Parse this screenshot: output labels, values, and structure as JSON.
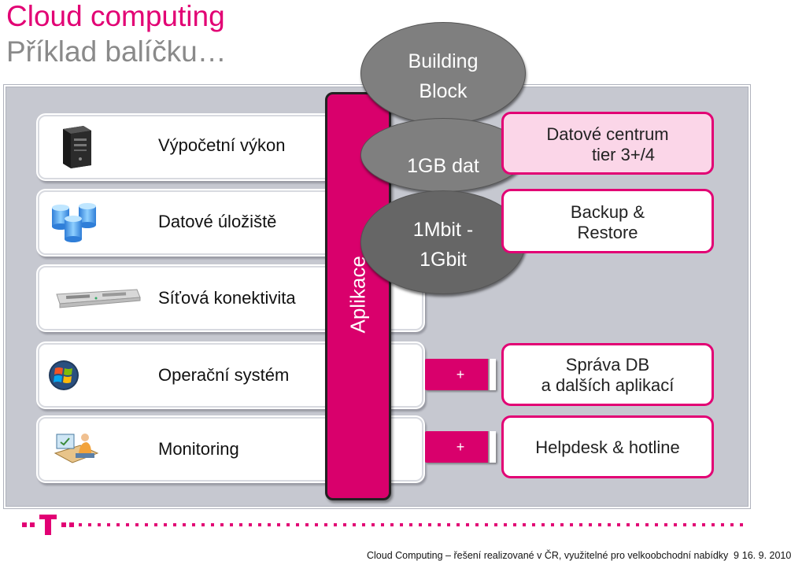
{
  "title": {
    "line1": "Cloud computing",
    "line2": "Příklad balíčku…"
  },
  "rows": [
    {
      "label": "Výpočetní výkon",
      "icon": "server-tower-icon"
    },
    {
      "label": "Datové úložiště",
      "icon": "storage-cylinders-icon"
    },
    {
      "label": "Síťová konektivita",
      "icon": "rack-server-icon"
    },
    {
      "label": "Operační systém",
      "icon": "windows-logo-icon"
    },
    {
      "label": "Monitoring",
      "icon": "monitoring-operator-icon"
    }
  ],
  "aplikace": {
    "label": "Aplikace"
  },
  "bubbles": {
    "building_block": {
      "line1": "Building",
      "line2": "Block"
    },
    "data": {
      "text": "1GB dat"
    },
    "bandwidth": {
      "line1": "1Mbit -",
      "line2": "1Gbit"
    }
  },
  "right_boxes": {
    "datacenter": {
      "line1": "Datové centrum",
      "line2": "tier 3+/4"
    },
    "backup": {
      "line1": "Backup &",
      "line2": "Restore"
    },
    "db": {
      "line1": "Správa DB",
      "line2": "a dalších aplikací"
    },
    "helpdesk": {
      "line1": "Helpdesk & hotline"
    }
  },
  "plus_bars": {
    "os": "+",
    "monitoring": "+"
  },
  "footer": {
    "text": "Cloud Computing – řešení realizované v ČR, využitelné pro velkoobchodní nabídky",
    "date": "16. 9. 2010",
    "page": "9"
  },
  "colors": {
    "brand": "#e20074",
    "panel": "#c4c6ce",
    "bubble": "#7f7f7f"
  }
}
